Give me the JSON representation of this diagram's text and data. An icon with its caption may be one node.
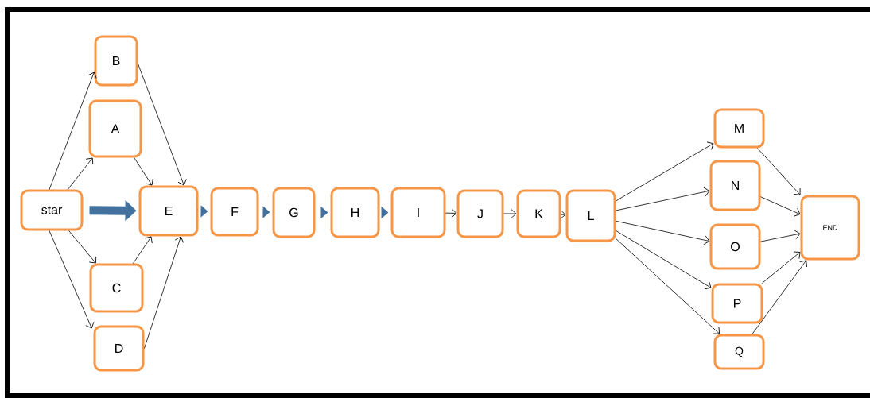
{
  "diagram": {
    "nodes": [
      {
        "text": [
          "star"
        ]
      },
      {
        "text": [
          "B"
        ]
      },
      {
        "text": [
          "A"
        ]
      },
      {
        "text": [
          "C"
        ]
      },
      {
        "text": [
          "D"
        ]
      },
      {
        "text": [
          "E"
        ]
      },
      {
        "text": [
          "F"
        ]
      },
      {
        "text": [
          "G"
        ]
      },
      {
        "text": [
          "H"
        ]
      },
      {
        "text": [
          "I"
        ]
      },
      {
        "text": [
          "J"
        ]
      },
      {
        "text": [
          "K"
        ]
      },
      {
        "text": [
          "L"
        ]
      },
      {
        "text": [
          "M"
        ]
      },
      {
        "text": [
          "N"
        ]
      },
      {
        "text": [
          "O"
        ]
      },
      {
        "text": [
          "P"
        ]
      },
      {
        "text": [
          "Q"
        ]
      },
      {
        "text": [
          "END"
        ]
      }
    ],
    "edges": [
      {
        "from": 0,
        "to": 1,
        "arrow": "to"
      },
      {
        "from": 0,
        "to": 2,
        "arrow": "to"
      },
      {
        "from": 0,
        "to": 3,
        "arrow": "to"
      },
      {
        "from": 0,
        "to": 4,
        "arrow": "to"
      },
      {
        "from": 0,
        "to": 5,
        "arrow": "to",
        "style": "thick",
        "color": "#41719c"
      },
      {
        "from": 1,
        "to": 5,
        "arrow": "to"
      },
      {
        "from": 2,
        "to": 5,
        "arrow": "to"
      },
      {
        "from": 3,
        "to": 5,
        "arrow": "to"
      },
      {
        "from": 4,
        "to": 5,
        "arrow": "to"
      },
      {
        "from": 5,
        "to": 6,
        "arrow": "to",
        "style": "thick",
        "color": "#41719c"
      },
      {
        "from": 6,
        "to": 7,
        "arrow": "to",
        "style": "thick",
        "color": "#41719c"
      },
      {
        "from": 7,
        "to": 8,
        "arrow": "to",
        "style": "thick",
        "color": "#41719c"
      },
      {
        "from": 8,
        "to": 9,
        "arrow": "to",
        "style": "thick",
        "color": "#41719c"
      },
      {
        "from": 9,
        "to": 10,
        "arrow": "to"
      },
      {
        "from": 10,
        "to": 11,
        "arrow": "to"
      },
      {
        "from": 11,
        "to": 12,
        "arrow": "to"
      },
      {
        "from": 12,
        "to": 13,
        "arrow": "to"
      },
      {
        "from": 12,
        "to": 14,
        "arrow": "to"
      },
      {
        "from": 12,
        "to": 15,
        "arrow": "to"
      },
      {
        "from": 12,
        "to": 16,
        "arrow": "to"
      },
      {
        "from": 12,
        "to": 17,
        "arrow": "to"
      },
      {
        "from": 13,
        "to": 18,
        "arrow": "to"
      },
      {
        "from": 14,
        "to": 18,
        "arrow": "to"
      },
      {
        "from": 15,
        "to": 18,
        "arrow": "to"
      },
      {
        "from": 16,
        "to": 18,
        "arrow": "to"
      },
      {
        "from": 17,
        "to": 18,
        "arrow": "to"
      }
    ]
  }
}
